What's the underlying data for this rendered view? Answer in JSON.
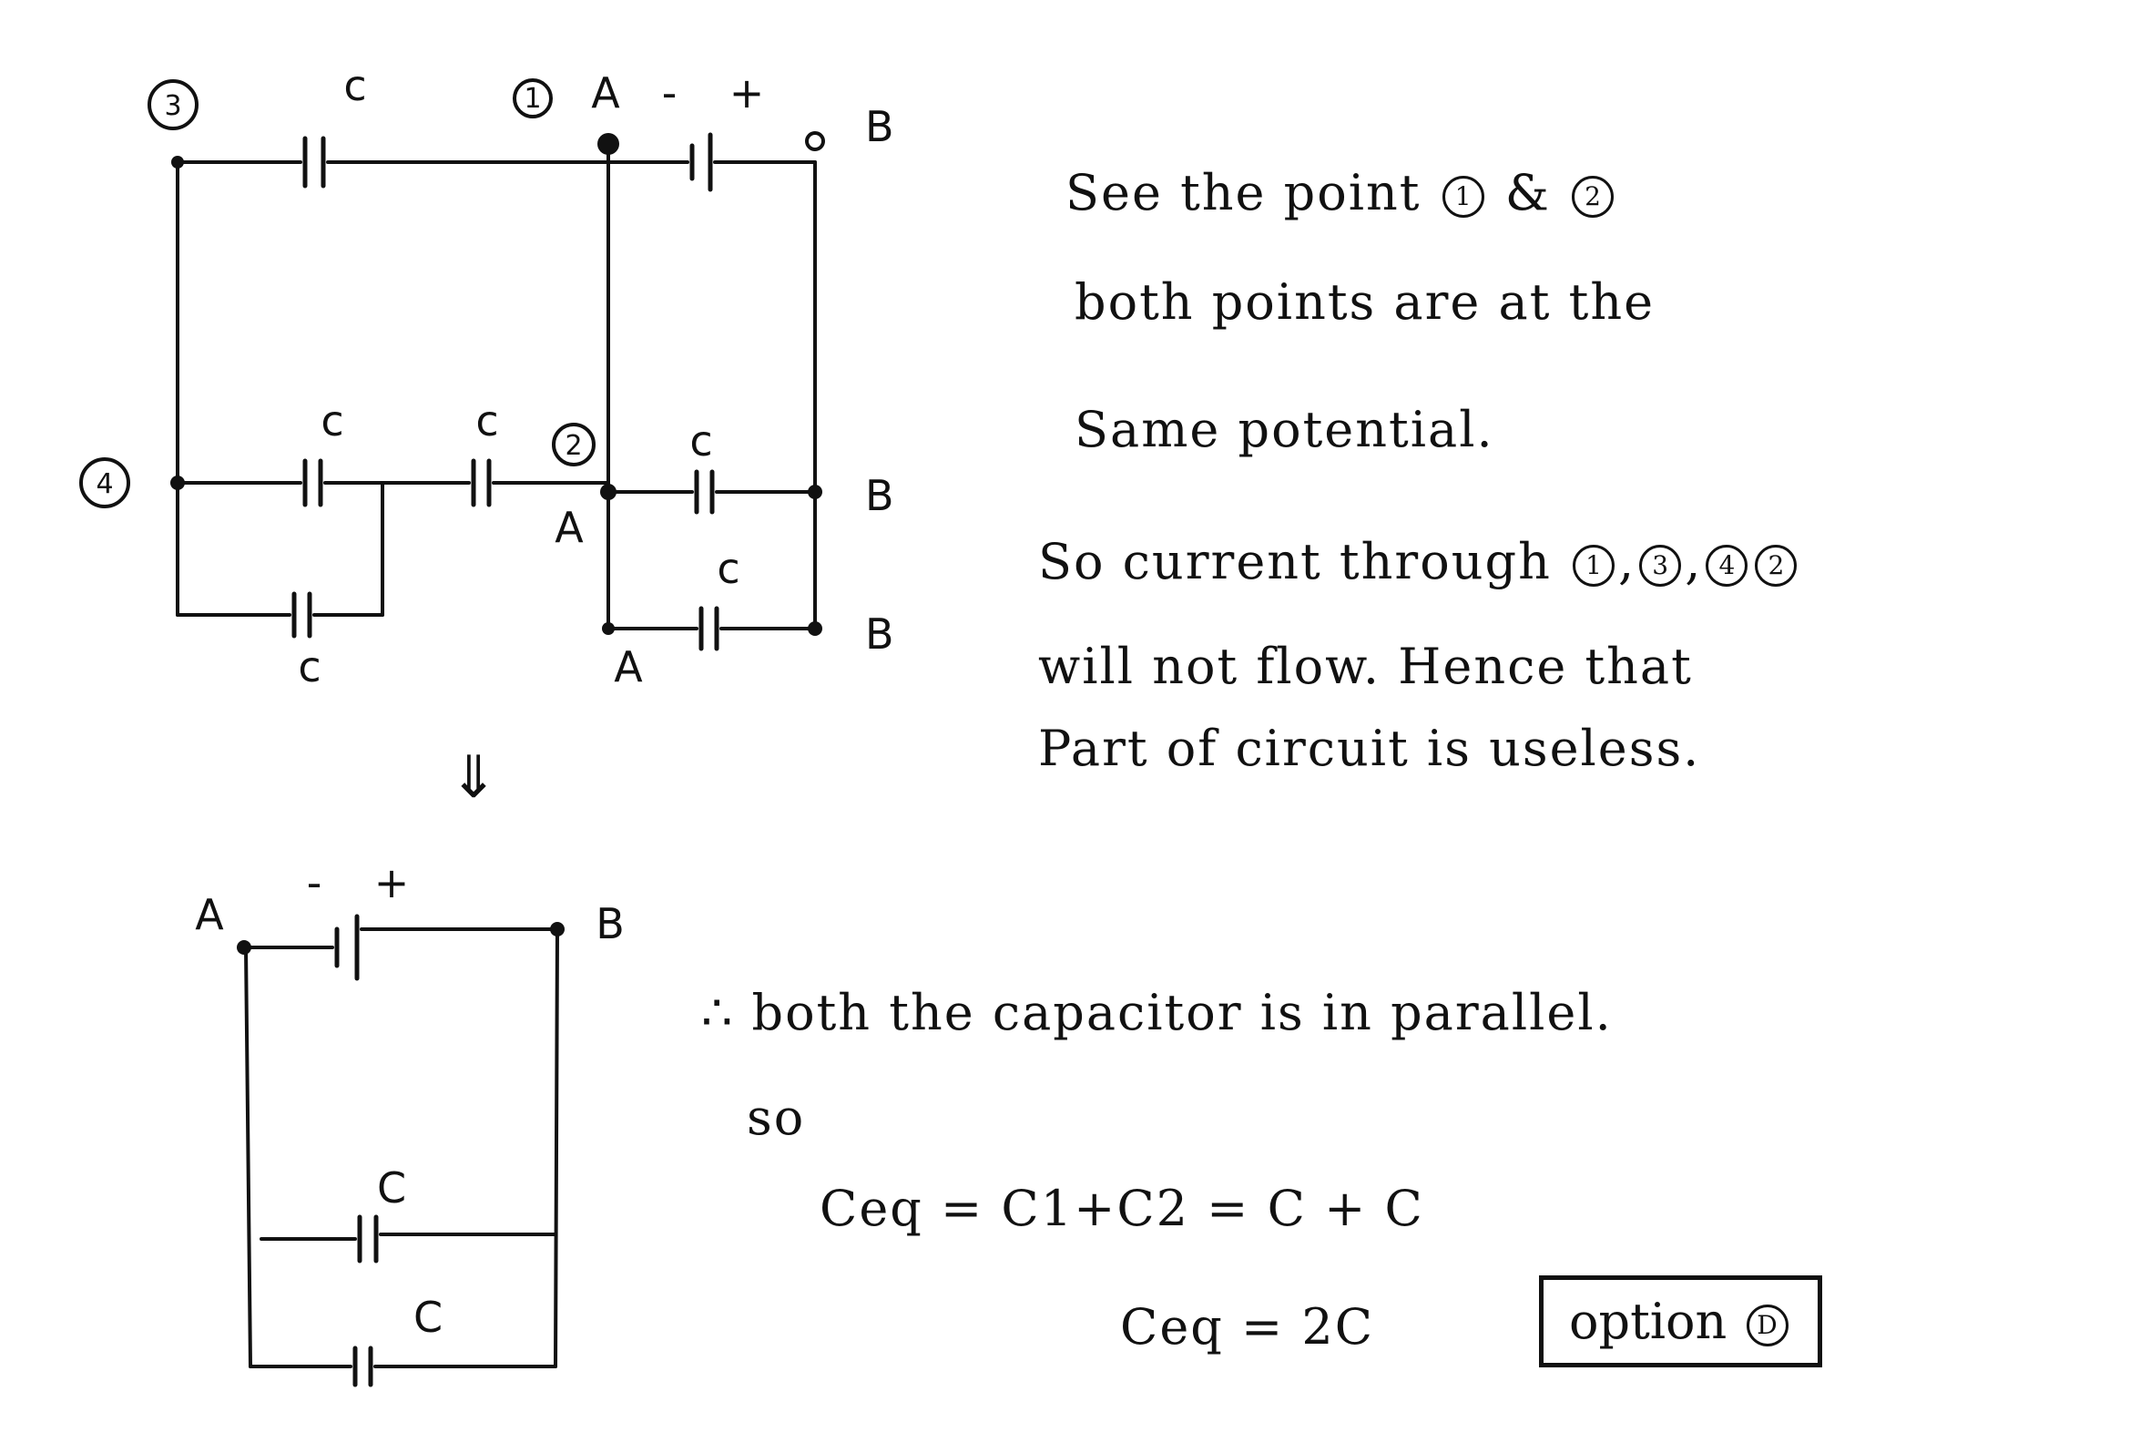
{
  "diagram": {
    "top_circuit": {
      "cap_label": "c",
      "node_1": "1",
      "node_2": "2",
      "node_3": "3",
      "node_4": "4",
      "point_A": "A",
      "point_B": "B",
      "minus": "-",
      "plus": "+"
    },
    "arrow": "⇓",
    "bottom_circuit": {
      "cap_label": "C",
      "point_A": "A",
      "point_B": "B",
      "minus": "-",
      "plus": "+"
    }
  },
  "notes": {
    "line1_pre": "See the point",
    "line1_n1": "1",
    "line1_amp": "&",
    "line1_n2": "2",
    "line2": "both points are at the",
    "line3": "Same potential.",
    "line4_pre": "So current through",
    "line4_n1": "1",
    "line4_n3": "3",
    "line4_n4": "4",
    "line4_n2": "2",
    "line5": "will not flow. Hence that",
    "line6": "Part of circuit is useless.",
    "line7": "∴ both the capacitor is in parallel.",
    "line8": "so",
    "line9": "Ceq = C1+C2 = C + C",
    "line10": "Ceq = 2C",
    "option_pre": "option",
    "option_letter": "D"
  }
}
